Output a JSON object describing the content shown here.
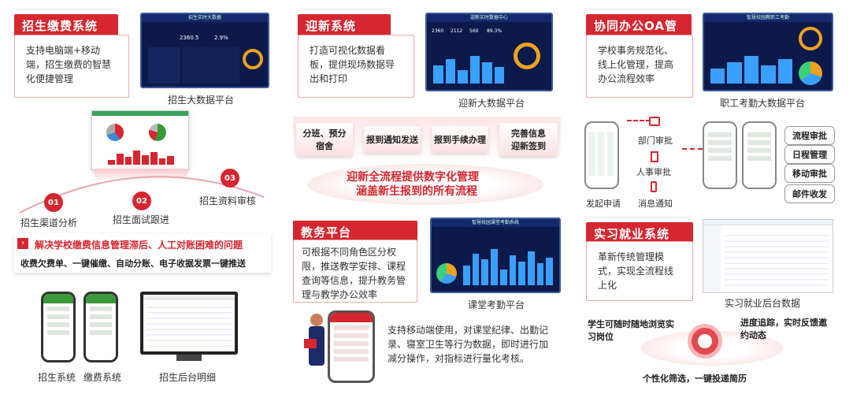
{
  "sections": {
    "admission": {
      "title": "招生缴费系统",
      "desc": "支持电脑端+移动端，招生缴费的智慧化便捷管理",
      "dashboard_caption": "招生大数据平台",
      "dash_title": "招生实时大数据",
      "dash_values": [
        "2360.5",
        "2.9%"
      ],
      "steps": [
        {
          "num": "01",
          "label": "招生渠道分析"
        },
        {
          "num": "02",
          "label": "招生面试跟进"
        },
        {
          "num": "03",
          "label": "招生资料审核"
        }
      ],
      "problem": "解决学校缴费信息管理滞后、人工对账困难的问题",
      "features": "收费欠费单、一键催缴、自动分账、电子收据发票一键推送",
      "bottom_captions": [
        "招生系统",
        "缴费系统",
        "招生后台明细"
      ]
    },
    "welcome": {
      "title": "迎新系统",
      "desc": "打造可视化数据看板，提供现场数据导出和打印",
      "dashboard_caption": "迎新大数据平台",
      "dash_title": "迎新实时数据中心",
      "dash_values": [
        "2360",
        "2112",
        "560",
        "89.3%"
      ],
      "chips": [
        "分班、预分宿舍",
        "报到通知发送",
        "报到手续办理",
        "完善信息迎新签到"
      ],
      "slogan_line1": "迎新全流程提供数字化管理",
      "slogan_line2": "涵盖新生报到的所有流程"
    },
    "oa": {
      "title": "协同办公OA管理",
      "desc": "学校事务规范化、线上化管理，提高办公流程效率",
      "dashboard_caption": "职工考勤大数据平台",
      "dash_title": "智慧校园教职工考勤",
      "flow": {
        "start": "发起申请",
        "dept": "部门审批",
        "hr": "人事审批",
        "notify": "消息通知"
      },
      "pills": [
        "流程审批",
        "日程管理",
        "移动审批",
        "邮件收发"
      ]
    },
    "teaching": {
      "title": "教务平台",
      "desc": "可根据不同角色区分权限，推送教学安排、课程查询等信息，提升教务管理与教学办公效率",
      "dashboard_caption": "课堂考勤平台",
      "dash_title": "智慧校园课堂考勤系统",
      "mobile_desc": "支持移动端使用，对课堂纪律、出勤记录、寝室卫生等行为数据，即时进行加减分操作，对指标进行量化考核。"
    },
    "internship": {
      "title": "实习就业系统",
      "desc": "革新传统管理模式，实现全流程线上化",
      "dashboard_caption": "实习就业后台数据",
      "features": {
        "top_left": "学生可随时随地浏览实习岗位",
        "top_right": "进度追踪，实时反馈邀约动态",
        "bottom": "个性化筛选，一键投递简历"
      }
    }
  },
  "colors": {
    "accent": "#d6262f",
    "dash_bg": "#0b1a4a"
  }
}
